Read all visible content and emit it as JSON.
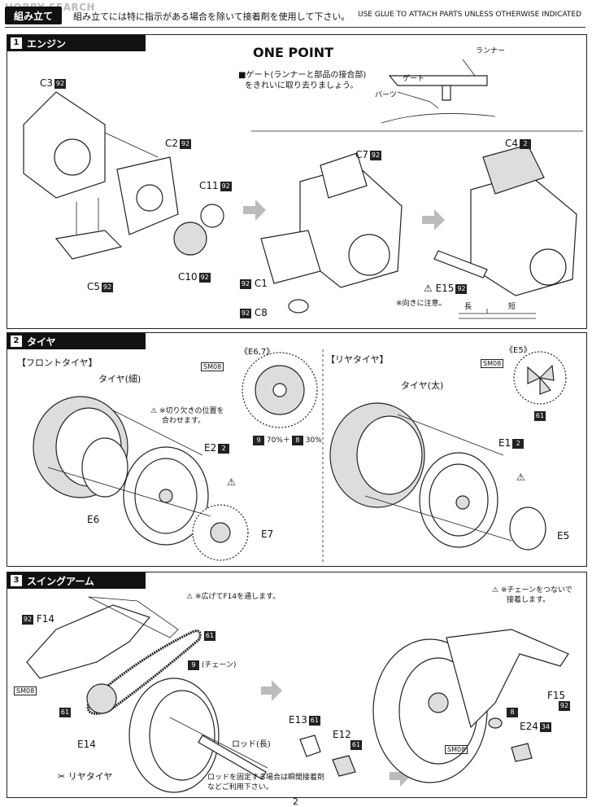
{
  "header": {
    "watermark": "HOBBY SEARCH",
    "tab": "組み立て",
    "note": "組み立てには特に指示がある場合を除いて接着剤を使用して下さい。",
    "note_en": "USE GLUE TO ATTACH PARTS UNLESS OTHERWISE INDICATED"
  },
  "engine": {
    "num": "1",
    "title": "エンジン",
    "one_point": {
      "title": "ONE POINT",
      "line1": "■ゲート(ランナーと部品の接合部)",
      "line2": "をきれいに取り去りましょう。",
      "runner": "ランナー",
      "gate": "ゲート",
      "parts": "パーツ"
    },
    "labels": {
      "c3": "C3",
      "c2": "C2",
      "c11": "C11",
      "c10": "C10",
      "c5": "C5",
      "c7": "C7",
      "c4": "C4",
      "c1": "C1",
      "c8": "C8",
      "e15": "E15"
    },
    "badges": {
      "b92": "92",
      "b2": "2"
    },
    "note": "※向きに注意。",
    "long": "長",
    "short": "短"
  },
  "tire": {
    "num": "2",
    "title": "タイヤ",
    "front": "【フロントタイヤ】",
    "rear": "【リヤタイヤ】",
    "front_tire": "タイヤ(細)",
    "rear_tire": "タイヤ(太)",
    "note": "※切り欠きの位置を",
    "note2": "合わせます。",
    "e67": "《E6,7》",
    "e5t": "《E5》",
    "sm08": "SM08",
    "mix": "70%＋",
    "mix2": "30%",
    "c9": "9",
    "c8": "8",
    "c61": "61",
    "e2": "E2",
    "e6": "E6",
    "e7": "E7",
    "e1": "E1",
    "e5": "E5"
  },
  "swing": {
    "num": "3",
    "title": "スイングアーム",
    "note1": "※広げてF14を通します。",
    "chain": "(チェーン)",
    "chain_num": "9",
    "f14": "F14",
    "e14": "E14",
    "sm08": "SM08",
    "c61": "61",
    "c92": "92",
    "rod": "ロッド(長)",
    "rod_note1": "ロッドを固定する場合は瞬間接着剤",
    "rod_note2": "などご利用下さい。",
    "rear_tire": "リヤタイヤ",
    "note2": "※チェーンをつないで",
    "note3": "接着します。",
    "e13": "E13",
    "e12": "E12",
    "f15": "F15",
    "e24": "E24",
    "c8": "8",
    "c34": "34"
  },
  "page_number": "2"
}
